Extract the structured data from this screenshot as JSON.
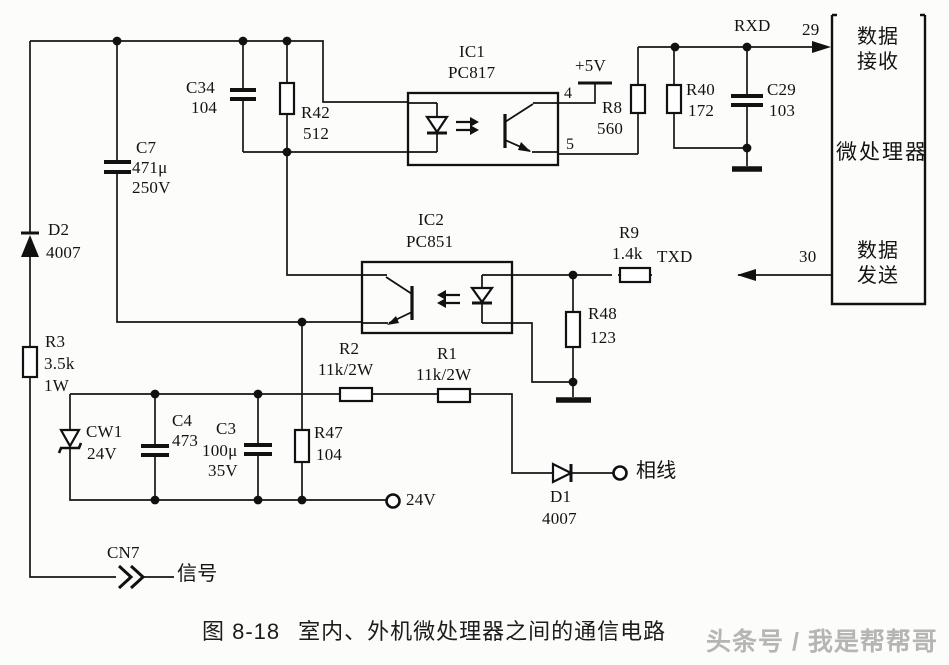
{
  "figure": {
    "label": "图 8-18",
    "title": "室内、外机微处理器之间的通信电路"
  },
  "watermark": "头条号 / 我是帮帮哥",
  "microprocessor": {
    "name": "微处理器",
    "rx_line1": "数据",
    "rx_line2": "接收",
    "tx_line1": "数据",
    "tx_line2": "发送",
    "pin_rx": "29",
    "pin_tx": "30"
  },
  "signals": {
    "rxd": "RXD",
    "txd": "TXD",
    "vcc": "+5V",
    "v24": "24V",
    "phase_line": "相线",
    "signal": "信号",
    "connector": "CN7",
    "ic1_pin_top": "4",
    "ic1_pin_bottom": "5"
  },
  "components": {
    "c7": {
      "ref": "C7",
      "value": "471μ",
      "rating": "250V"
    },
    "c34": {
      "ref": "C34",
      "value": "104"
    },
    "r42": {
      "ref": "R42",
      "value": "512"
    },
    "ic1": {
      "ref": "IC1",
      "part": "PC817"
    },
    "ic2": {
      "ref": "IC2",
      "part": "PC851"
    },
    "r8": {
      "ref": "R8",
      "value": "560"
    },
    "r40": {
      "ref": "R40",
      "value": "172"
    },
    "c29": {
      "ref": "C29",
      "value": "103"
    },
    "r9": {
      "ref": "R9",
      "value": "1.4k"
    },
    "r48": {
      "ref": "R48",
      "value": "123"
    },
    "d2": {
      "ref": "D2",
      "value": "4007"
    },
    "r3": {
      "ref": "R3",
      "value": "3.5k",
      "rating": "1W"
    },
    "cw1": {
      "ref": "CW1",
      "value": "24V"
    },
    "c4": {
      "ref": "C4",
      "value": "473"
    },
    "c3": {
      "ref": "C3",
      "value": "100μ",
      "rating": "35V"
    },
    "r47": {
      "ref": "R47",
      "value": "104"
    },
    "r2": {
      "ref": "R2",
      "value": "11k/2W"
    },
    "r1": {
      "ref": "R1",
      "value": "11k/2W"
    },
    "d1": {
      "ref": "D1",
      "value": "4007"
    }
  }
}
